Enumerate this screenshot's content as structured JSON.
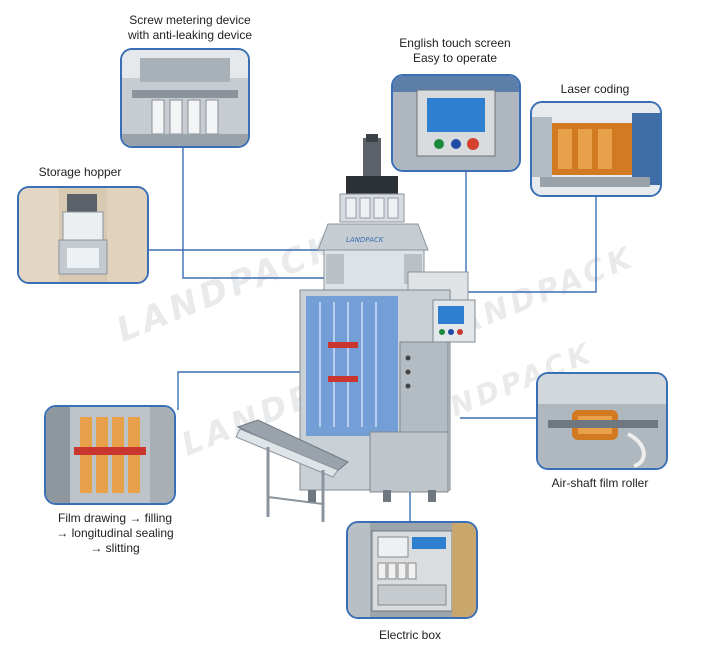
{
  "brand": {
    "logo_text": "LANDPACK",
    "watermark": "LANDPACK"
  },
  "colors": {
    "line": "#3b6fb5",
    "frame": "#3b6fb5",
    "steel": "#b9c0c6",
    "glass": "#5b8fd6",
    "screen": "#2f7fd0"
  },
  "callouts": {
    "screw": {
      "line1": "Screw metering device",
      "line2": "with anti-leaking device",
      "icon": "screw-metering-photo"
    },
    "touch": {
      "line1": "English touch screen",
      "line2": "Easy to operate",
      "icon": "touch-screen-photo"
    },
    "laser": {
      "line1": "Laser coding",
      "icon": "laser-coding-photo"
    },
    "hopper": {
      "line1": "Storage hopper",
      "icon": "storage-hopper-photo"
    },
    "film": {
      "line1": "Film drawing → filling",
      "line2": "→ longitudinal sealing",
      "line3": "→ slitting",
      "icon": "film-drawing-photo"
    },
    "air": {
      "line1": "Air-shaft film roller",
      "icon": "air-shaft-photo"
    },
    "electric": {
      "line1": "Electric box",
      "icon": "electric-box-photo"
    }
  }
}
